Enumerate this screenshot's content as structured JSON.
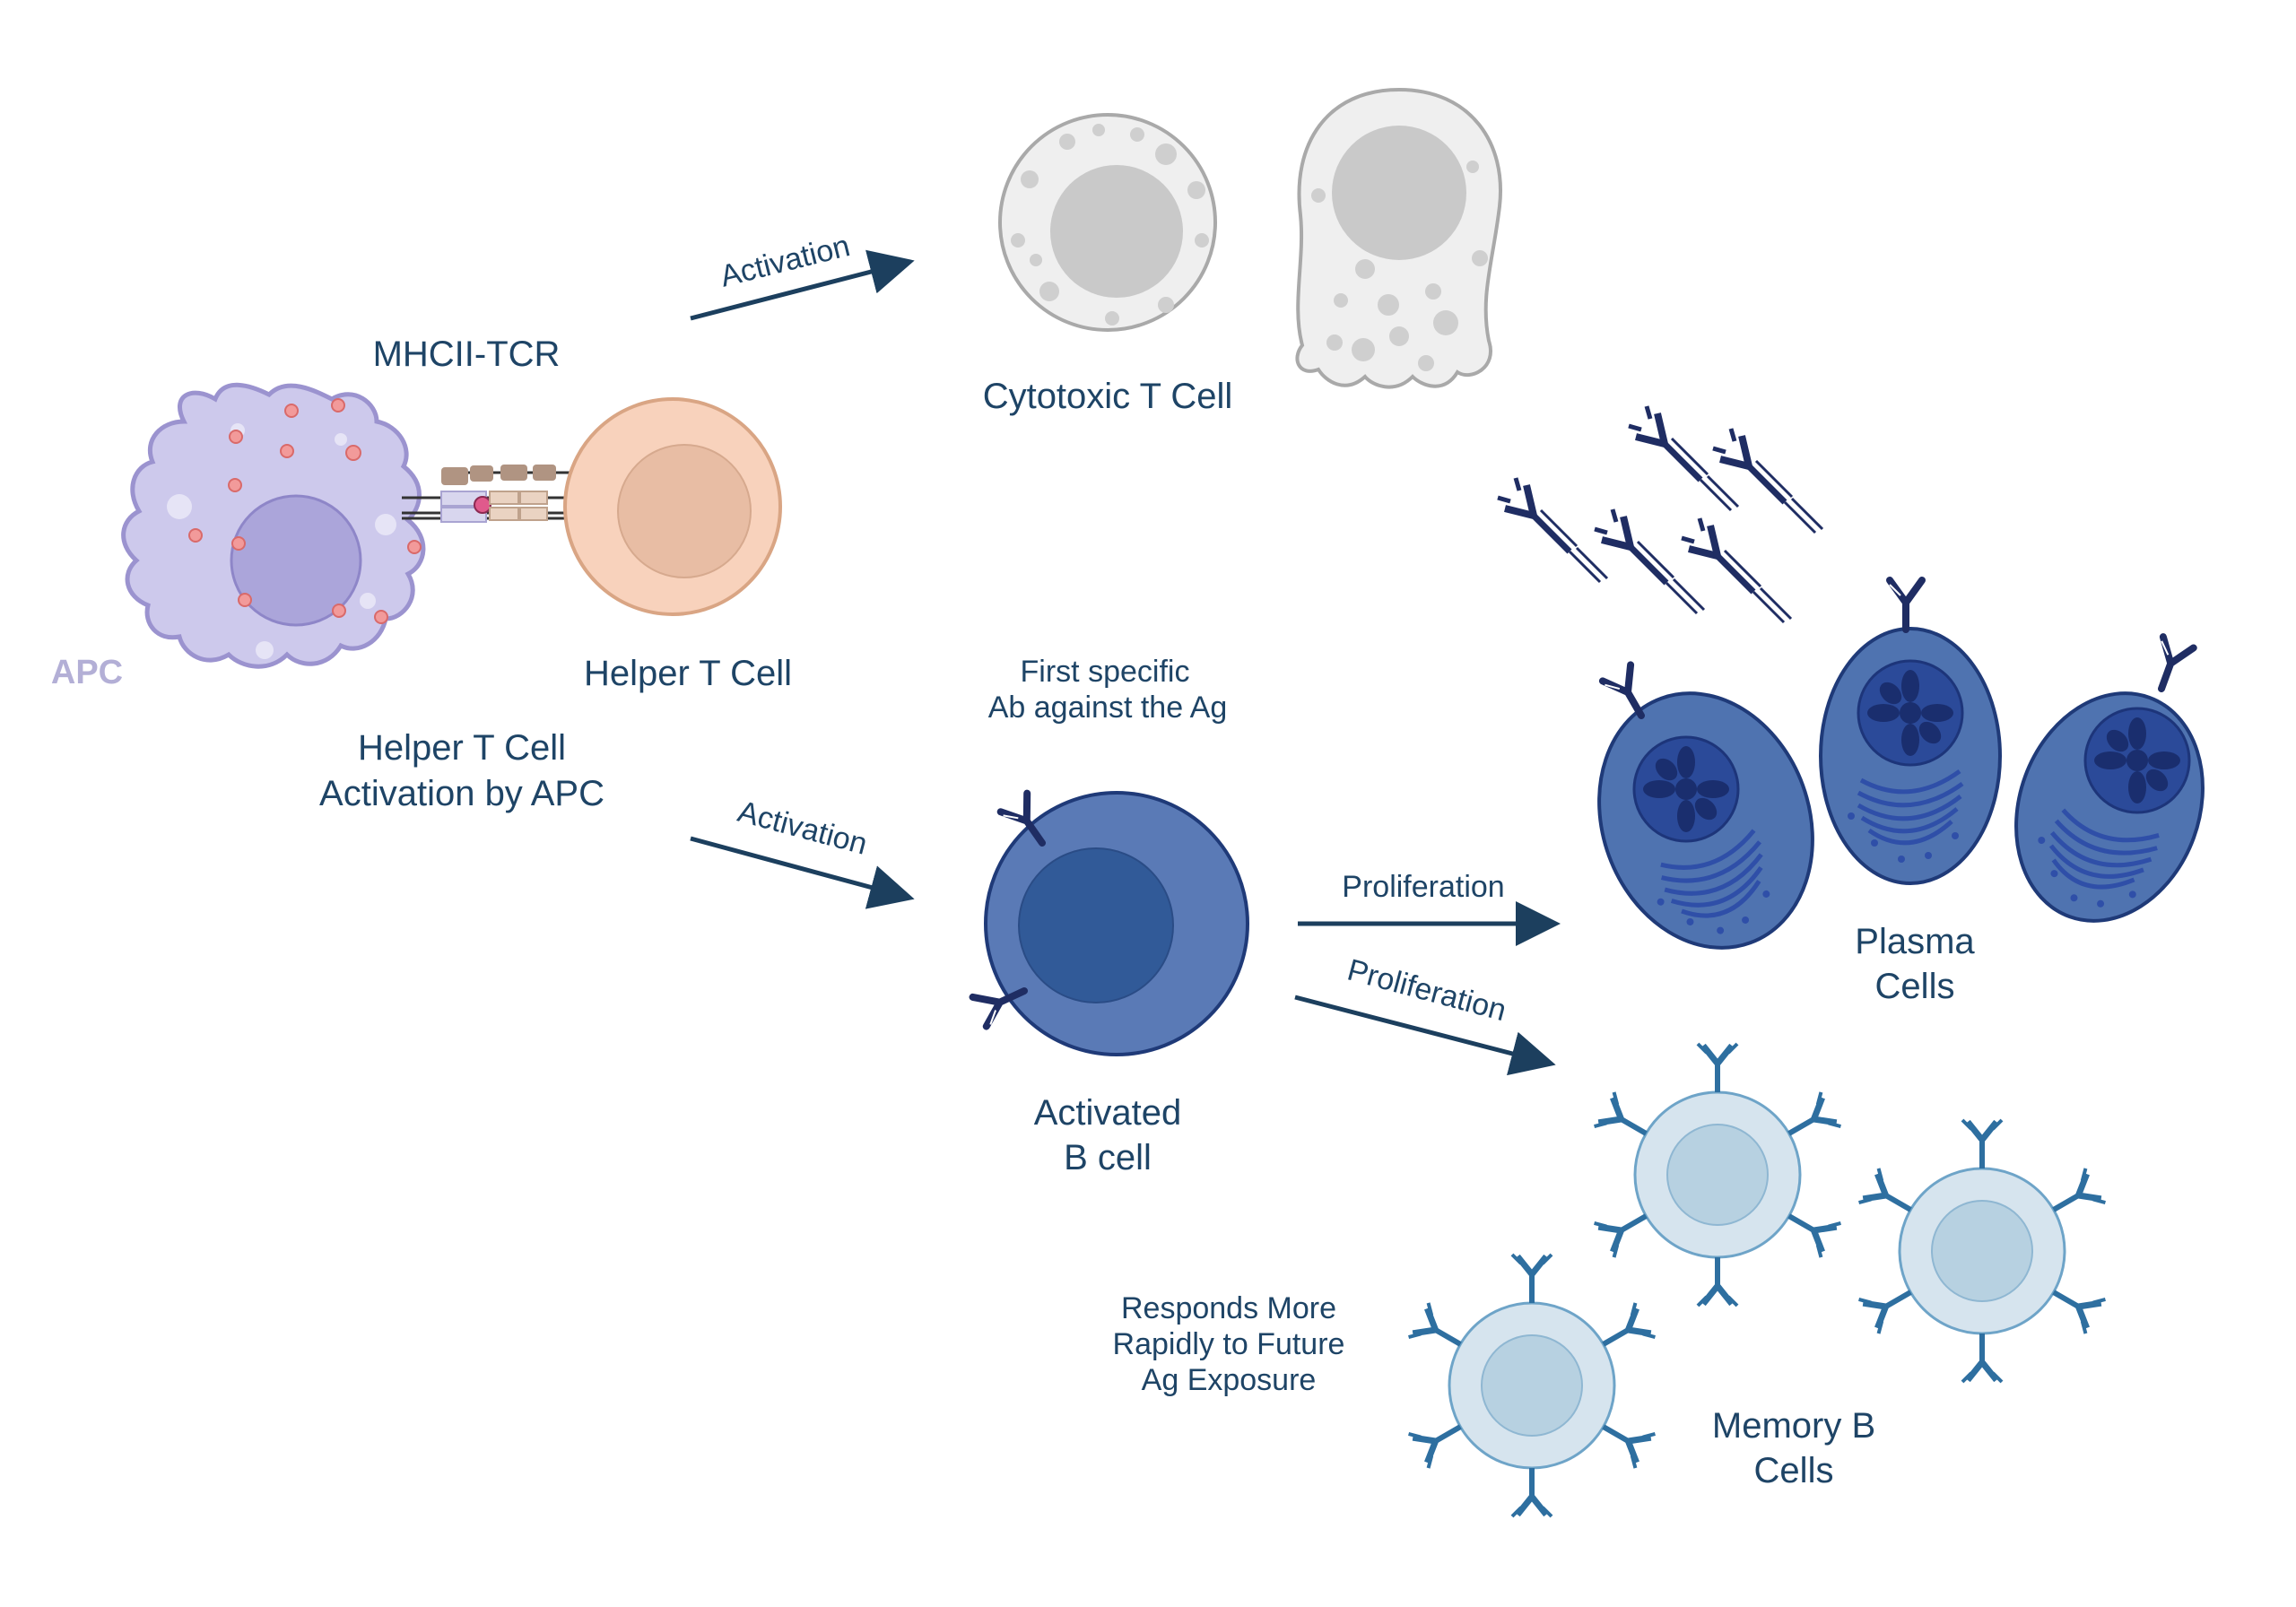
{
  "labels": {
    "mhc_tcr": "MHCII-TCR",
    "apc": "APC",
    "helper_t_cell": "Helper T Cell",
    "helper_activation_line1": "Helper T Cell",
    "helper_activation_line2": "Activation by APC",
    "activation_top": "Activation",
    "activation_bottom": "Activation",
    "cytotoxic_t_cell": "Cytotoxic T Cell",
    "first_specific_line1": "First specific",
    "first_specific_line2": "Ab against the Ag",
    "activated_b_line1": "Activated",
    "activated_b_line2": "B cell",
    "proliferation_top": "Proliferation",
    "proliferation_bottom": "Proliferation",
    "plasma_line1": "Plasma",
    "plasma_line2": "Cells",
    "responds_line1": "Responds More",
    "responds_line2": "Rapidly to Future",
    "responds_line3": "Ag Exposure",
    "memory_line1": "Memory B",
    "memory_line2": "Cells"
  },
  "colors": {
    "text_dark": "#1e4466",
    "apc_label": "#b3afd6",
    "arrow": "#1c3f5e",
    "apc_body": "#cdc9ec",
    "helper_cell": "#f6cfb6",
    "cytotoxic": "#dcdcdc",
    "b_cell": "#5a7ab6",
    "plasma": "#4f73b0",
    "memory": "#d6e4ee",
    "antibody_dark": "#1f2d63",
    "antibody_memory": "#2e6fa0"
  }
}
